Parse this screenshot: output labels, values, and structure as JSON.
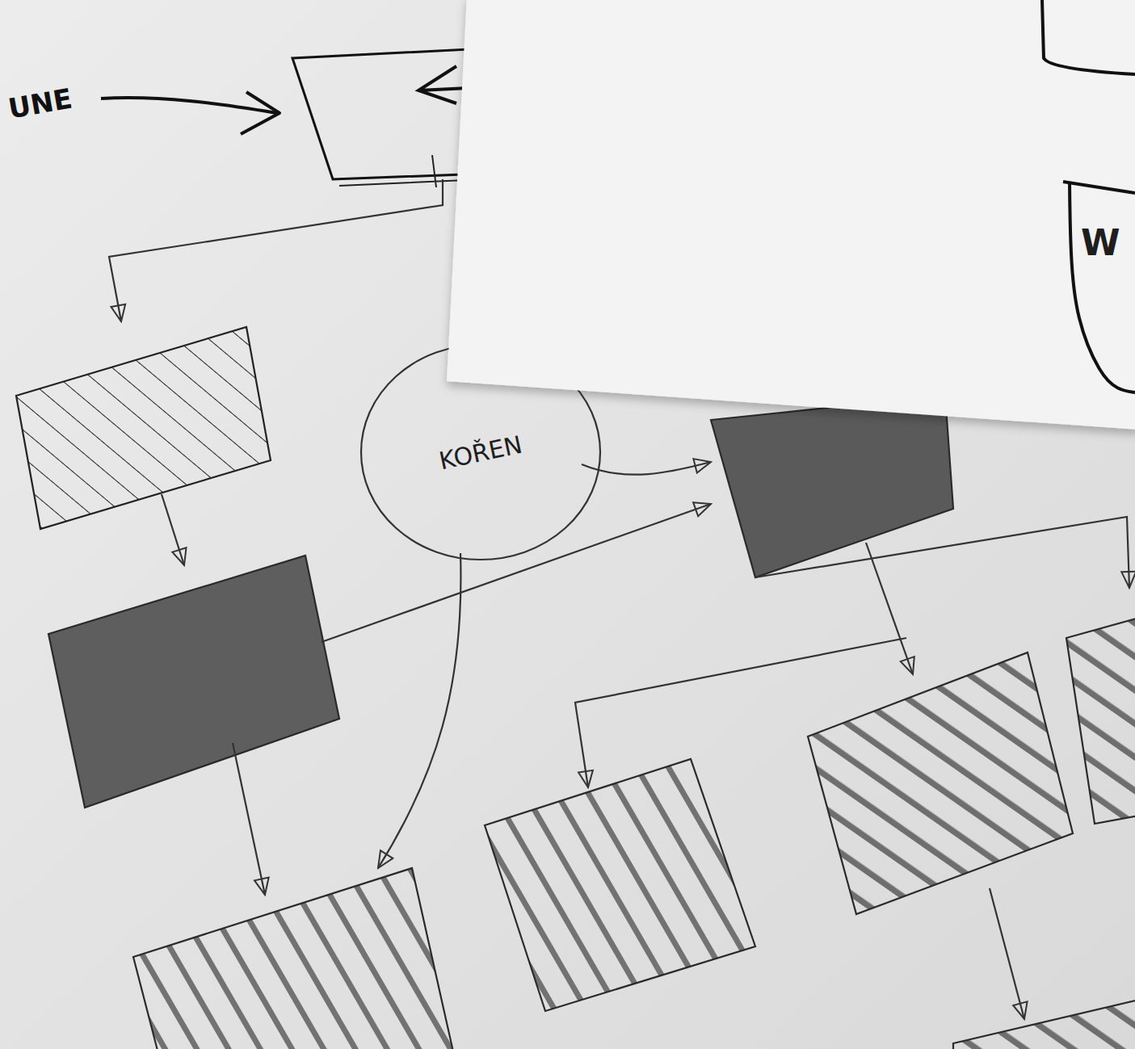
{
  "diagram": {
    "nodes": [
      {
        "text": [
          "KOŘEN"
        ]
      },
      {
        "text": [
          "W"
        ]
      }
    ],
    "labels": [
      "UNE"
    ]
  }
}
